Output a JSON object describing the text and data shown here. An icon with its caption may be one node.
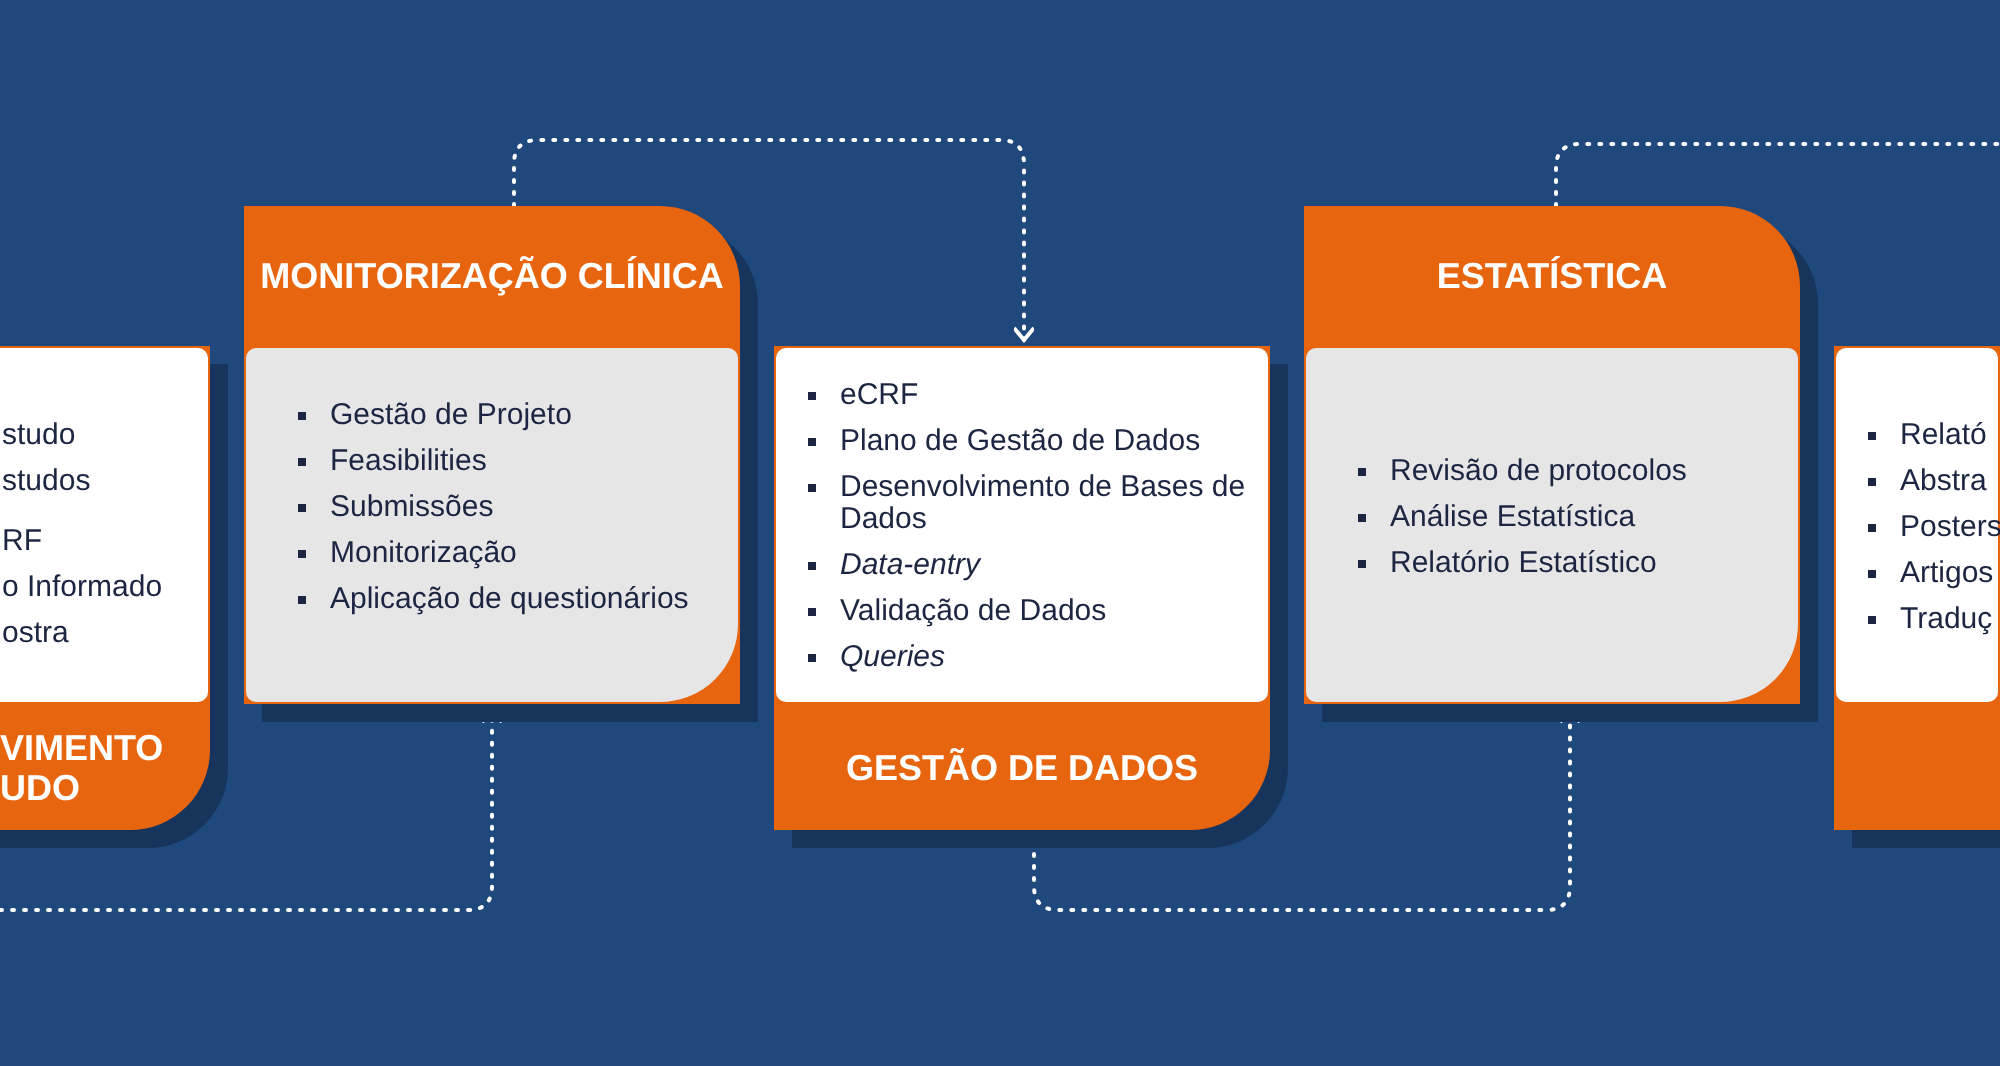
{
  "diagram": {
    "nodes": [
      {
        "text": [
          "studo",
          "studos",
          "RF",
          "o Informado",
          "ostra",
          "VIMENTO UDO"
        ]
      },
      {
        "text": [
          "MONITORIZAÇÃO CLÍNICA",
          "Gestão de Projeto",
          "Feasibilities",
          "Submissões",
          "Monitorização",
          "Aplicação de questionários"
        ]
      },
      {
        "text": [
          "eCRF",
          "Plano de Gestão de Dados",
          "Desenvolvimento de Bases de Dados",
          "Data-entry",
          "Validação de Dados",
          "Queries",
          "GESTÃO DE DADOS"
        ]
      },
      {
        "text": [
          "ESTATÍSTICA",
          "Revisão de protocolos",
          "Análise Estatística",
          "Relatório Estatístico"
        ]
      },
      {
        "text": [
          "Relató",
          "Abstra",
          "Posters",
          "Artigos",
          "Traduç"
        ]
      }
    ],
    "edges": [
      {
        "from": null,
        "to": 1,
        "arrow": "to",
        "style": "dashed"
      },
      {
        "from": 1,
        "to": 2,
        "arrow": "to",
        "style": "dashed"
      },
      {
        "from": 2,
        "to": 3,
        "arrow": "to",
        "style": "dashed"
      },
      {
        "from": 3,
        "to": null,
        "arrow": "none",
        "style": "dashed"
      }
    ]
  }
}
